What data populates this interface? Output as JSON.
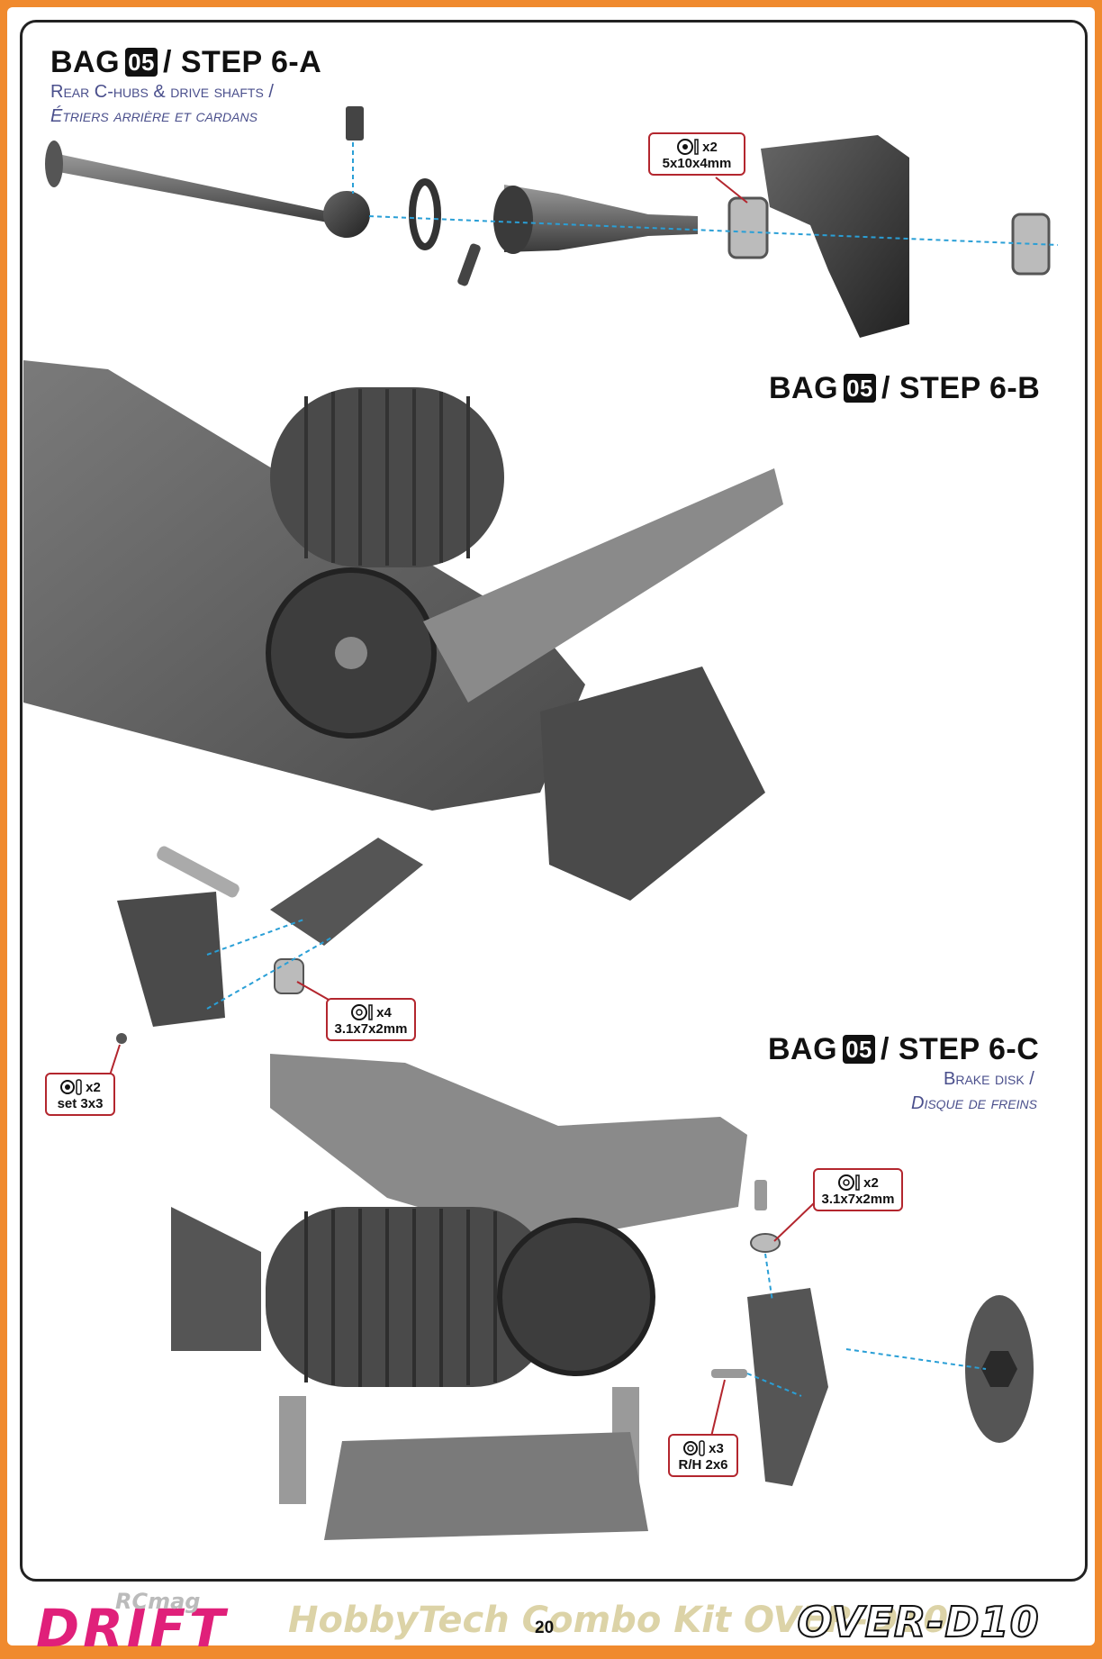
{
  "steps": {
    "a": {
      "bag_label": "BAG",
      "bag_number": "05",
      "step_label": "/ STEP 6-A",
      "subtitle_en": "Rear C-hubs & drive shafts /",
      "subtitle_fr": "Étriers arrière et cardans"
    },
    "b": {
      "bag_label": "BAG",
      "bag_number": "05",
      "step_label": "/ STEP 6-B"
    },
    "c": {
      "bag_label": "BAG",
      "bag_number": "05",
      "step_label": "/ STEP 6-C",
      "subtitle_en": "Brake disk /",
      "subtitle_fr": "Disque de freins"
    }
  },
  "parts": {
    "bearing": {
      "qty": "x2",
      "size": "5x10x4mm"
    },
    "washer_b": {
      "qty": "x4",
      "size": "3.1x7x2mm"
    },
    "setscrew": {
      "qty": "x2",
      "size": "set 3x3"
    },
    "washer_c": {
      "qty": "x2",
      "size": "3.1x7x2mm"
    },
    "screw_c": {
      "qty": "x3",
      "size": "R/H 2x6"
    }
  },
  "footer": {
    "brand_left": "DRIFT",
    "watermark": "HobbyTech Combo Kit OVER-D10",
    "site": "RCmag",
    "page_number": "20",
    "brand_right": "OVER-D10"
  },
  "colors": {
    "border": "#f08a2e",
    "accent": "#b3262e",
    "subtitle": "#4a4f8c",
    "logo": "#e0207a",
    "leader": "#2a9fd6"
  }
}
